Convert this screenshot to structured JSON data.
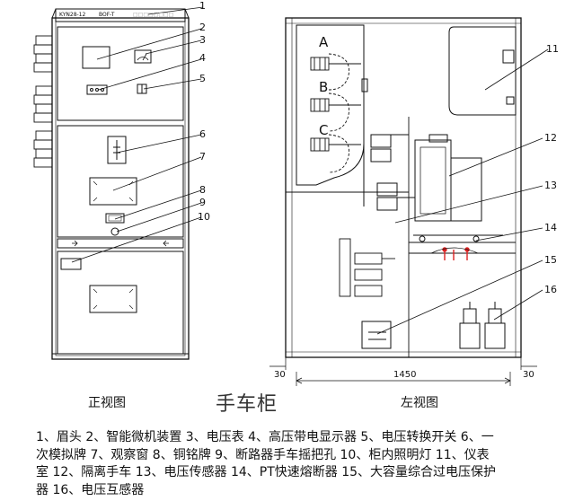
{
  "front_view": {
    "caption": "正视图",
    "plate_text_left": "KYN28-12",
    "plate_text_mid": "BOF-T",
    "plate_text_right": "□□□□□□□□",
    "callouts": [
      "1",
      "2",
      "3",
      "4",
      "5",
      "6",
      "7",
      "8",
      "9",
      "10"
    ]
  },
  "side_view": {
    "caption": "左视图",
    "phases": [
      "A",
      "B",
      "C"
    ],
    "callouts": [
      "11",
      "12",
      "13",
      "14",
      "15",
      "16"
    ],
    "dimensions": {
      "left_margin": "30",
      "width": "1450",
      "right_margin": "30"
    }
  },
  "title": "手车柜",
  "legend": [
    "1、眉头 2、智能微机装置 3、电压表 4、高压带电显示器 5、电压转换开关 6、一",
    "次模拟牌 7、观察窗 8、铜铭牌 9、断路器手车摇把孔 10、柜内照明灯 11、仪表",
    "室 12、隔离手车 13、电压传感器 14、PT快速熔断器 15、大容量综合过电压保护",
    "器 16、电压互感器"
  ],
  "colors": {
    "line": "#111111",
    "fuse_red": "#dd2222",
    "callout_line": "#222222"
  }
}
